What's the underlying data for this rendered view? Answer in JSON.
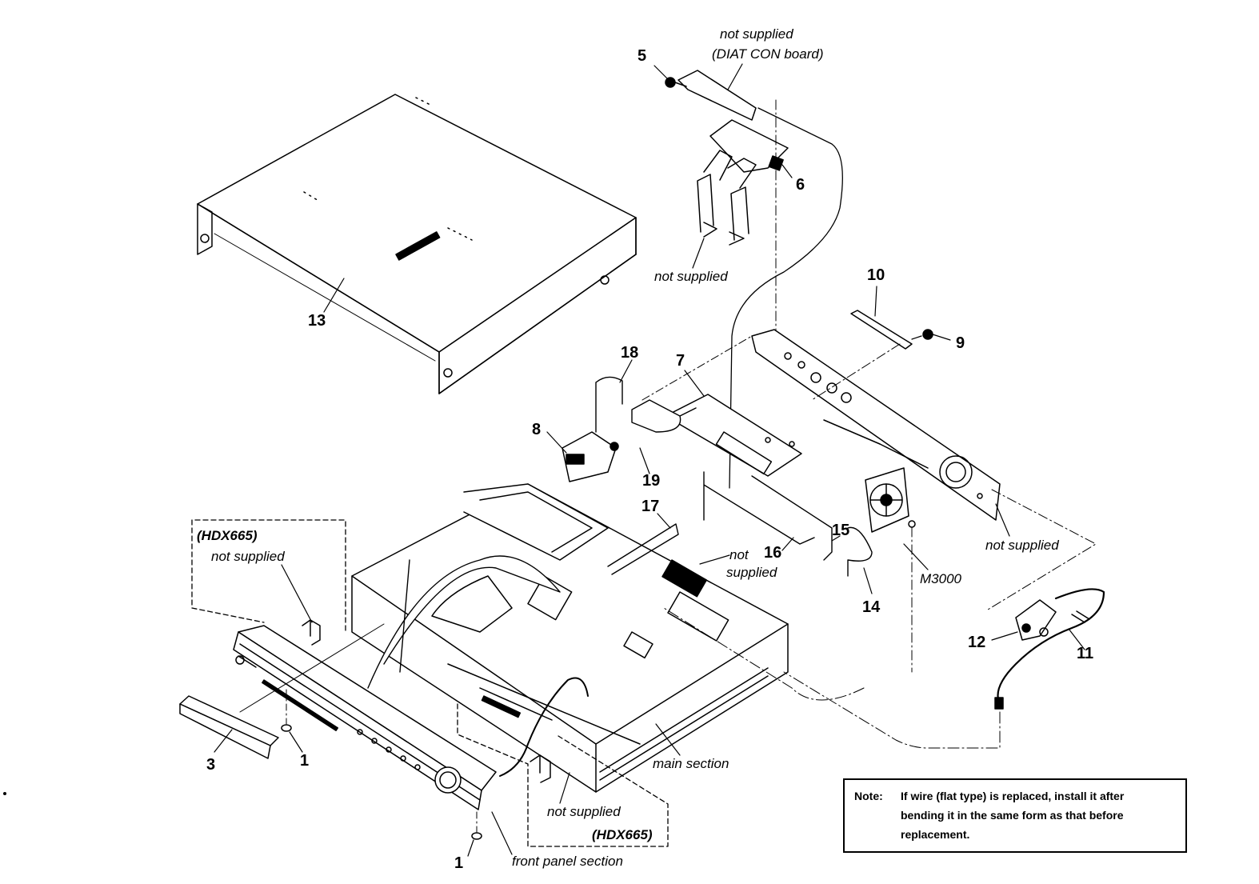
{
  "labels": {
    "n1a": "1",
    "n1b": "1",
    "n3": "3",
    "n5": "5",
    "n6": "6",
    "n7": "7",
    "n8": "8",
    "n9": "9",
    "n10": "10",
    "n11": "11",
    "n12": "12",
    "n13": "13",
    "n14": "14",
    "n15": "15",
    "n16": "16",
    "n17": "17",
    "n18": "18",
    "n19": "19",
    "m3000": "M3000"
  },
  "callouts": {
    "diat_line1": "not supplied",
    "diat_line2": "(DIAT CON board)",
    "brackets_not_supplied": "not supplied",
    "rear_not_supplied": "not supplied",
    "center_not": "not",
    "center_supplied": "supplied",
    "hdx_top_model": "(HDX665)",
    "hdx_top_not_supplied": "not supplied",
    "hdx_bottom_not_supplied": "not supplied",
    "hdx_bottom_model": "(HDX665)",
    "main_section": "main section",
    "front_panel_section": "front panel section"
  },
  "note": {
    "head": "Note:",
    "line1": "If wire (flat type) is replaced, install it after",
    "line2": "bending it in the same form as that before",
    "line3": "replacement."
  }
}
